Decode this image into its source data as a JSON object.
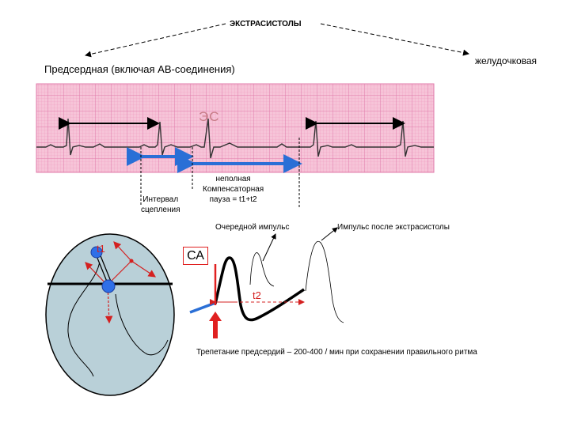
{
  "header": {
    "title": "ЭКСТРАСИСТОЛЫ",
    "atrial_label": "Предсердная (включая АВ-соединения)",
    "ventricular_label": "желудочковая"
  },
  "ecg": {
    "es_label": "ЭС",
    "interval_label_line1": "Интервал",
    "interval_label_line2": "сцепления",
    "pause_label": "неполная\nКомпенсаторная\nпауза = t1+t2"
  },
  "impulses": {
    "next_impulse_label": "Очередной импульс",
    "after_extrasystole_label": "Импульс после экстрасистолы"
  },
  "node": {
    "ca_label": "СА",
    "t1_label": "t1",
    "t2_label": "t2"
  },
  "footer": {
    "flutter_text": "Трепетание предсердий – 200-400 / мин при сохранении правильного ритма"
  },
  "colors": {
    "ecg_paper": "#f6c4d8",
    "grid_fine": "#f09ac0",
    "grid_major": "#e07aaa",
    "arrow_blue": "#2a6fd6",
    "accent_red": "#e02020",
    "oval_fill": "#b9d0d8",
    "node_blue": "#2f6fe8"
  }
}
